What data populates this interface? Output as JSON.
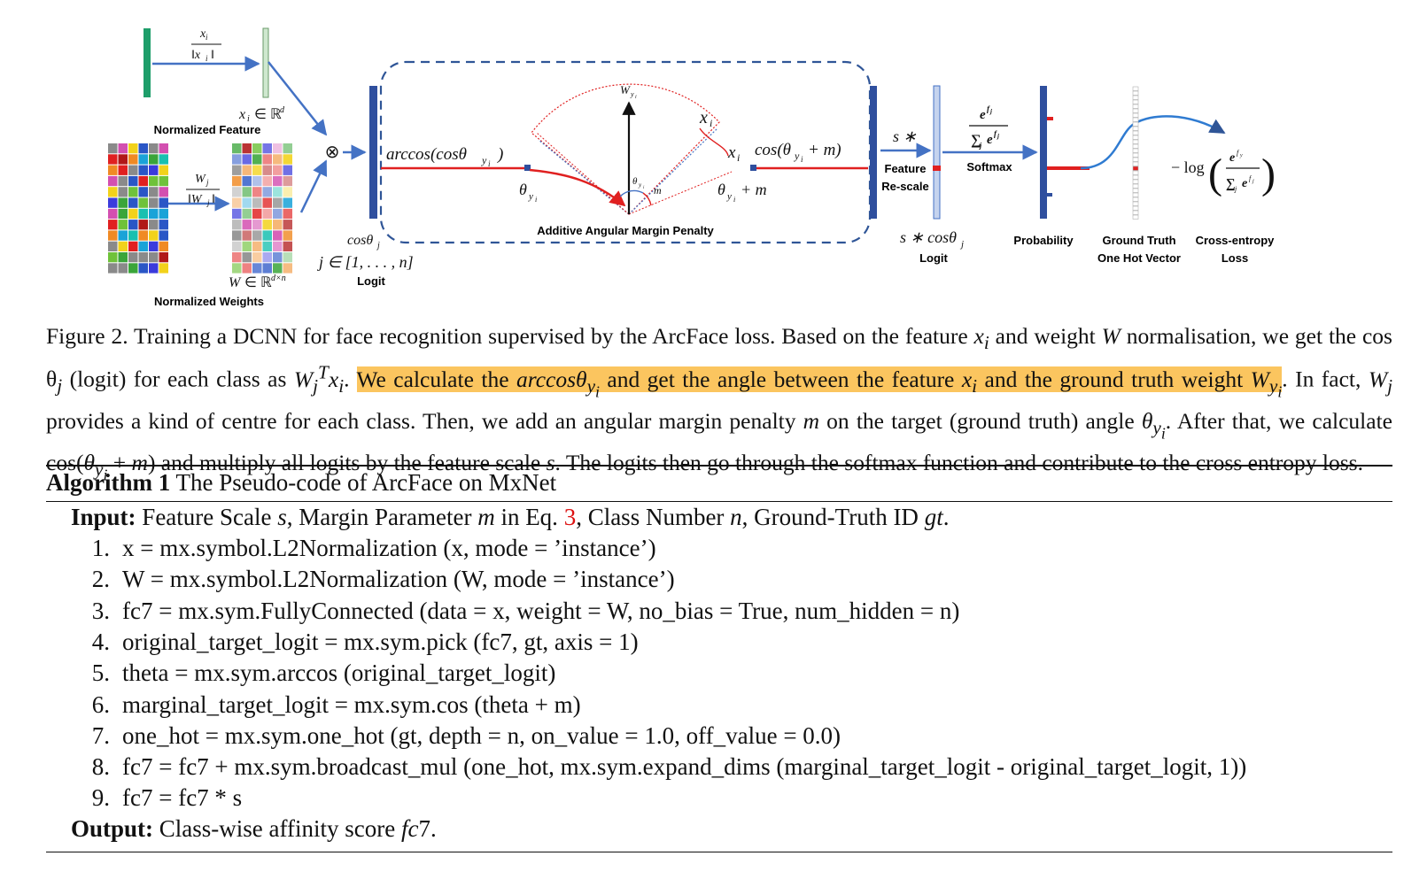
{
  "figure": {
    "labels": {
      "norm_fraction_top": "x",
      "norm_fraction_top_sub": "i",
      "norm_fraction_bottom": "‖x",
      "xi_in_rd": "x",
      "normalized_feature": "Normalized Feature",
      "w_fraction_top": "W",
      "w_fraction_bottom": "‖W",
      "w_in_rdn": "W ∈ ℝ",
      "normalized_weights": "Normalized Weights",
      "otimes": "⊗",
      "cos_theta_j": "cosθ",
      "j_range": "j ∈ [1, . . . , n]",
      "logit": "Logit",
      "arccos_label": "arccos(cosθ",
      "theta_yi": "θ",
      "w_yi_top": "W",
      "xi_right": "x",
      "cos_theta_m": "cos(θ",
      "theta_plus_m": "θ",
      "m_small": "m",
      "theta_small": "θ",
      "additive_penalty": "Additive Angular Margin Penalty",
      "s_star": "s ∗",
      "feature_rescale_1": "Feature",
      "feature_rescale_2": "Re-scale",
      "s_cos_theta": "s ∗ cosθ",
      "logit2": "Logit",
      "softmax_num": "e",
      "softmax_den": "∑",
      "softmax": "Softmax",
      "probability": "Probability",
      "ground_truth_1": "Ground Truth",
      "ground_truth_2": "One Hot Vector",
      "ce_1": "Cross-entropy",
      "ce_2": "Loss",
      "neg_log": "− log"
    },
    "colors": {
      "blue_dark": "#2f4f9e",
      "blue_arrow": "#4472c4",
      "red": "#e02020",
      "green": "#1e9e6a",
      "light_green": "#cfe8cf",
      "light_blue": "#c5d3ee",
      "dashed": "#2f5597"
    }
  },
  "caption": {
    "part1": "Figure 2. Training a DCNN for face recognition supervised by the ArcFace loss. Based on the feature ",
    "part2": " and weight ",
    "part3": " normalisation, we get the cos θ",
    "part4": " (logit) for each class as ",
    "part5": ". ",
    "highlight_a": "We calculate the ",
    "highlight_b": " and get the angle between the feature ",
    "highlight_c": " and the ground truth weight ",
    "part6": ". In fact, ",
    "part7": " provides a kind of centre for each class. Then, we add an angular margin penalty ",
    "part8": " on the target (ground truth) angle ",
    "part9": ". After that, we calculate cos(",
    "part10": " + ",
    "part11": ") and multiply all logits by the feature scale ",
    "part12": ". The logits then go through the softmax function and contribute to the cross entropy loss."
  },
  "algorithm": {
    "title_bold": "Algorithm 1",
    "title_rest": " The Pseudo-code of ArcFace on MxNet",
    "input_label": "Input:",
    "input_a": " Feature Scale ",
    "input_b": ", Margin Parameter ",
    "input_c": " in Eq. ",
    "input_ref": "3",
    "input_d": ", Class Number ",
    "input_e": ", Ground-Truth ID ",
    "input_f": ".",
    "lines": [
      {
        "num": "1.",
        "code": "x = mx.symbol.L2Normalization (x, mode = ’instance’)"
      },
      {
        "num": "2.",
        "code": "W = mx.symbol.L2Normalization (W, mode = ’instance’)"
      },
      {
        "num": "3.",
        "code": "fc7 = mx.sym.FullyConnected (data = x, weight = W, no_bias = True, num_hidden = n)"
      },
      {
        "num": "4.",
        "code": "original_target_logit = mx.sym.pick (fc7, gt, axis = 1)"
      },
      {
        "num": "5.",
        "code": "theta = mx.sym.arccos (original_target_logit)"
      },
      {
        "num": "6.",
        "code": "marginal_target_logit = mx.sym.cos (theta + m)"
      },
      {
        "num": "7.",
        "code": "one_hot = mx.sym.one_hot (gt, depth = n, on_value = 1.0, off_value = 0.0)"
      },
      {
        "num": "8.",
        "code": "fc7 = fc7 + mx.sym.broadcast_mul (one_hot, mx.sym.expand_dims (marginal_target_logit - original_target_logit, 1))"
      },
      {
        "num": "9.",
        "code": "fc7 = fc7 * s"
      }
    ],
    "output_label": "Output:",
    "output_text": " Class-wise affinity score "
  },
  "math": {
    "x": "x",
    "i": "i",
    "W": "W",
    "j": "j",
    "T": "T",
    "m": "m",
    "s": "s",
    "n": "n",
    "gt": "gt",
    "fc7": "fc7",
    "theta": "θ",
    "y": "y",
    "arccos": "arccosθ",
    "d": "d",
    "dxn": "d×n",
    "R": "ℝ"
  }
}
